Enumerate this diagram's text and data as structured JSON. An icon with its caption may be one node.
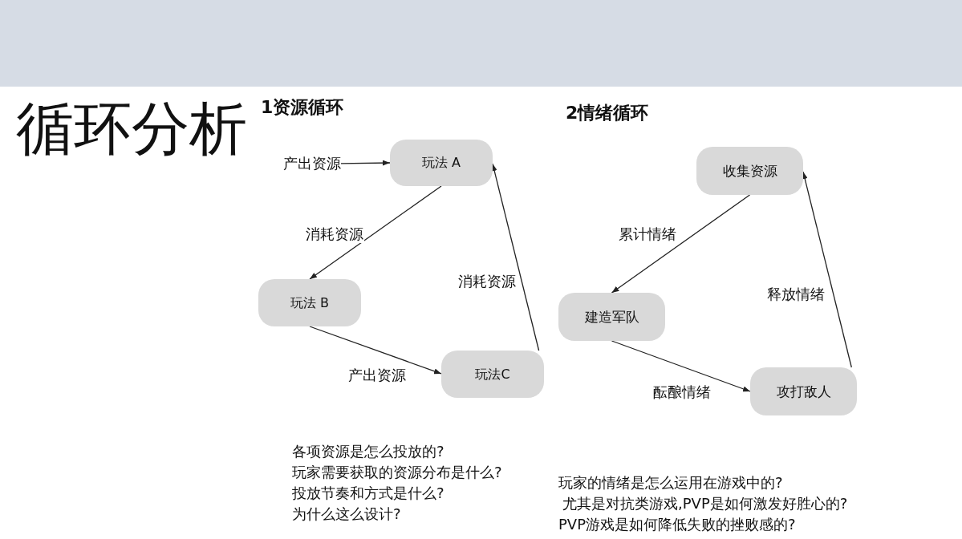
{
  "diagram": {
    "title": "循环分析",
    "nodes": [
      {
        "text": [
          "产出资源"
        ]
      },
      {
        "text": [
          "玩法 A"
        ]
      },
      {
        "text": [
          "玩法 B"
        ]
      },
      {
        "text": [
          "玩法C"
        ]
      },
      {
        "text": [
          "收集资源"
        ]
      },
      {
        "text": [
          "建造军队"
        ]
      },
      {
        "text": [
          "攻打敌人"
        ]
      }
    ],
    "edges": [
      {
        "from": 0,
        "to": 1,
        "arrow": "to"
      },
      {
        "from": 1,
        "to": 2,
        "arrow": "to",
        "label": "消耗资源"
      },
      {
        "from": 2,
        "to": 3,
        "arrow": "to",
        "label": "产出资源"
      },
      {
        "from": 3,
        "to": 1,
        "arrow": "to",
        "label": "消耗资源"
      },
      {
        "from": 4,
        "to": 5,
        "arrow": "to",
        "label": "累计情绪"
      },
      {
        "from": 5,
        "to": 6,
        "arrow": "to",
        "label": "酝酿情绪"
      },
      {
        "from": 6,
        "to": 4,
        "arrow": "to",
        "label": "释放情绪"
      }
    ],
    "labels": [
      "1资源循环",
      "2情绪循环",
      "各项资源是怎么投放的?",
      "玩家需要获取的资源分布是什么?",
      "投放节奏和方式是什么?",
      "为什么这么设计?",
      "玩家的情绪是怎么运用在游戏中的?",
      "尤其是对抗类游戏,PVP是如何激发好胜心的?",
      "PVP游戏是如何降低失败的挫败感的?"
    ]
  }
}
